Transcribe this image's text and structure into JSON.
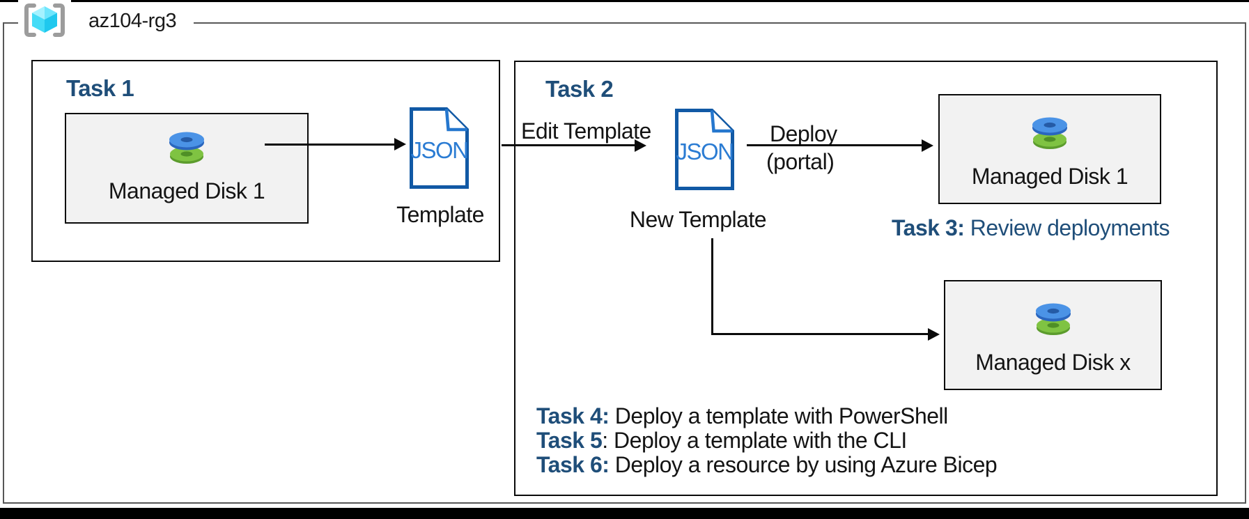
{
  "resource_group": {
    "label": "az104-rg3"
  },
  "task1": {
    "title": "Task 1",
    "disk_label": "Managed Disk 1",
    "json_label": "JSON",
    "template_label": "Template"
  },
  "task2": {
    "title": "Task 2",
    "edit_arrow_label": "Edit Template",
    "json_label": "JSON",
    "new_template_label": "New Template",
    "deploy_label_line1": "Deploy",
    "deploy_label_line2": "(portal)",
    "disk1_label": "Managed Disk 1",
    "diskx_label": "Managed Disk x",
    "task3_bold": "Task 3:",
    "task3_rest": " Review deployments",
    "tasks": [
      {
        "bold": "Task 4:",
        "rest": " Deploy a template with PowerShell"
      },
      {
        "bold": "Task 5",
        "rest": ": Deploy a template with the CLI"
      },
      {
        "bold": "Task 6:",
        "rest": " Deploy a resource by using Azure Bicep"
      }
    ]
  },
  "colors": {
    "accent-blue": "#1F4E79",
    "json-border": "#1159A5",
    "json-flap": "#2577CE",
    "json-text": "#2B7CD3",
    "frame-gray": "#575757",
    "box-fill": "#F2F2F2",
    "line-black": "#0A0A0A",
    "disk-blue-top": "#4B93E6",
    "disk-blue-side": "#2A66BE",
    "disk-green-top": "#7FC342",
    "disk-green-side": "#5C9C2D",
    "cube-cyan-light": "#A5F2FF",
    "cube-cyan-mid": "#45DCF7",
    "cube-cyan-dark": "#1FC8EE",
    "bracket-gray": "#9C9C9C"
  }
}
